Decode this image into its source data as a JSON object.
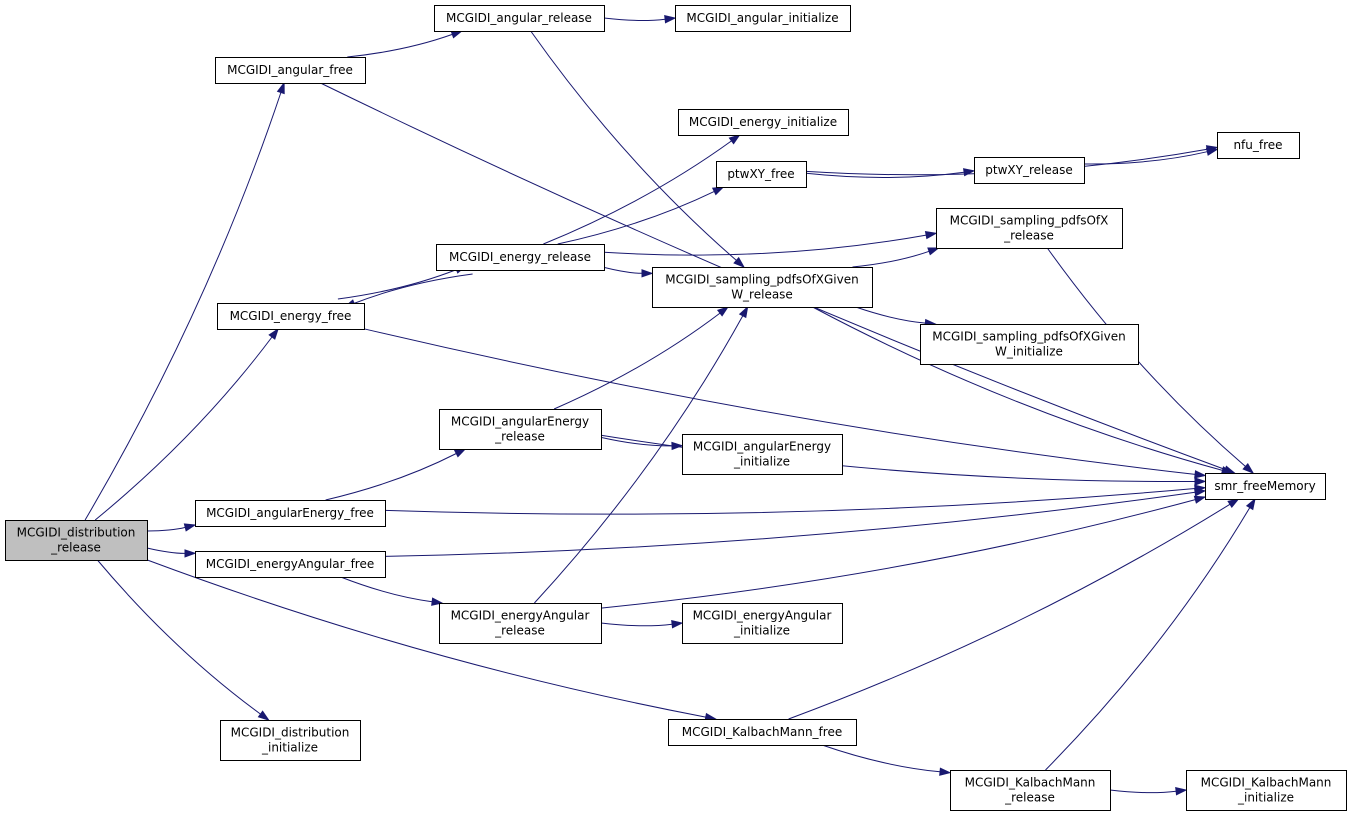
{
  "graph": {
    "colors": {
      "edge": "#191970",
      "root_fill": "#bfbfbf",
      "node_fill": "#ffffff",
      "node_border": "#000000"
    },
    "nodes": [
      {
        "id": "dist_release",
        "lines": [
          "MCGIDI_distribution",
          "_release"
        ],
        "root": true
      },
      {
        "id": "ang_free",
        "lines": [
          "MCGIDI_angular_free"
        ]
      },
      {
        "id": "ang_release",
        "lines": [
          "MCGIDI_angular_release"
        ]
      },
      {
        "id": "ang_init",
        "lines": [
          "MCGIDI_angular_initialize"
        ]
      },
      {
        "id": "en_init",
        "lines": [
          "MCGIDI_energy_initialize"
        ]
      },
      {
        "id": "en_release",
        "lines": [
          "MCGIDI_energy_release"
        ]
      },
      {
        "id": "en_free",
        "lines": [
          "MCGIDI_energy_free"
        ]
      },
      {
        "id": "ptw_free",
        "lines": [
          "ptwXY_free"
        ]
      },
      {
        "id": "ptw_release",
        "lines": [
          "ptwXY_release"
        ]
      },
      {
        "id": "nfu_free",
        "lines": [
          "nfu_free"
        ]
      },
      {
        "id": "sx_release",
        "lines": [
          "MCGIDI_sampling_pdfsOfX",
          "_release"
        ]
      },
      {
        "id": "sxw_release",
        "lines": [
          "MCGIDI_sampling_pdfsOfXGiven",
          "W_release"
        ]
      },
      {
        "id": "sxw_init",
        "lines": [
          "MCGIDI_sampling_pdfsOfXGiven",
          "W_initialize"
        ]
      },
      {
        "id": "ae_release",
        "lines": [
          "MCGIDI_angularEnergy",
          "_release"
        ]
      },
      {
        "id": "ae_init",
        "lines": [
          "MCGIDI_angularEnergy",
          "_initialize"
        ]
      },
      {
        "id": "ae_free",
        "lines": [
          "MCGIDI_angularEnergy_free"
        ]
      },
      {
        "id": "smr",
        "lines": [
          "smr_freeMemory"
        ]
      },
      {
        "id": "ea_free",
        "lines": [
          "MCGIDI_energyAngular_free"
        ]
      },
      {
        "id": "ea_release",
        "lines": [
          "MCGIDI_energyAngular",
          "_release"
        ]
      },
      {
        "id": "ea_init",
        "lines": [
          "MCGIDI_energyAngular",
          "_initialize"
        ]
      },
      {
        "id": "dist_init",
        "lines": [
          "MCGIDI_distribution",
          "_initialize"
        ]
      },
      {
        "id": "km_free",
        "lines": [
          "MCGIDI_KalbachMann_free"
        ]
      },
      {
        "id": "km_release",
        "lines": [
          "MCGIDI_KalbachMann",
          "_release"
        ]
      },
      {
        "id": "km_init",
        "lines": [
          "MCGIDI_KalbachMann",
          "_initialize"
        ]
      }
    ],
    "edges": [
      {
        "from": "dist_release",
        "to": "ang_free"
      },
      {
        "from": "dist_release",
        "to": "en_free"
      },
      {
        "from": "dist_release",
        "to": "ae_free"
      },
      {
        "from": "dist_release",
        "to": "ea_free"
      },
      {
        "from": "dist_release",
        "to": "km_free"
      },
      {
        "from": "dist_release",
        "to": "dist_init"
      },
      {
        "from": "ang_free",
        "to": "ang_release"
      },
      {
        "from": "ang_free",
        "to": "smr"
      },
      {
        "from": "ang_release",
        "to": "ang_init"
      },
      {
        "from": "ang_release",
        "to": "sxw_release"
      },
      {
        "from": "en_free",
        "to": "en_release"
      },
      {
        "from": "en_free",
        "to": "smr"
      },
      {
        "from": "en_release",
        "to": "en_free"
      },
      {
        "from": "en_release",
        "to": "en_init"
      },
      {
        "from": "en_release",
        "to": "ptw_free"
      },
      {
        "from": "en_release",
        "to": "sx_release"
      },
      {
        "from": "en_release",
        "to": "sxw_release"
      },
      {
        "from": "ptw_free",
        "to": "nfu_free"
      },
      {
        "from": "ptw_free",
        "to": "ptw_release"
      },
      {
        "from": "ptw_release",
        "to": "nfu_free"
      },
      {
        "from": "sxw_release",
        "to": "sx_release"
      },
      {
        "from": "sxw_release",
        "to": "sxw_init"
      },
      {
        "from": "sxw_release",
        "to": "smr"
      },
      {
        "from": "sx_release",
        "to": "smr"
      },
      {
        "from": "ae_free",
        "to": "ae_release"
      },
      {
        "from": "ae_free",
        "to": "smr"
      },
      {
        "from": "ae_release",
        "to": "sxw_release"
      },
      {
        "from": "ae_release",
        "to": "ae_init"
      },
      {
        "from": "ae_release",
        "to": "smr"
      },
      {
        "from": "ea_free",
        "to": "smr"
      },
      {
        "from": "ea_free",
        "to": "ea_release"
      },
      {
        "from": "ea_release",
        "to": "sxw_release"
      },
      {
        "from": "ea_release",
        "to": "ea_init"
      },
      {
        "from": "ea_release",
        "to": "smr"
      },
      {
        "from": "km_free",
        "to": "smr"
      },
      {
        "from": "km_free",
        "to": "km_release"
      },
      {
        "from": "km_release",
        "to": "smr"
      },
      {
        "from": "km_release",
        "to": "km_init"
      }
    ]
  }
}
